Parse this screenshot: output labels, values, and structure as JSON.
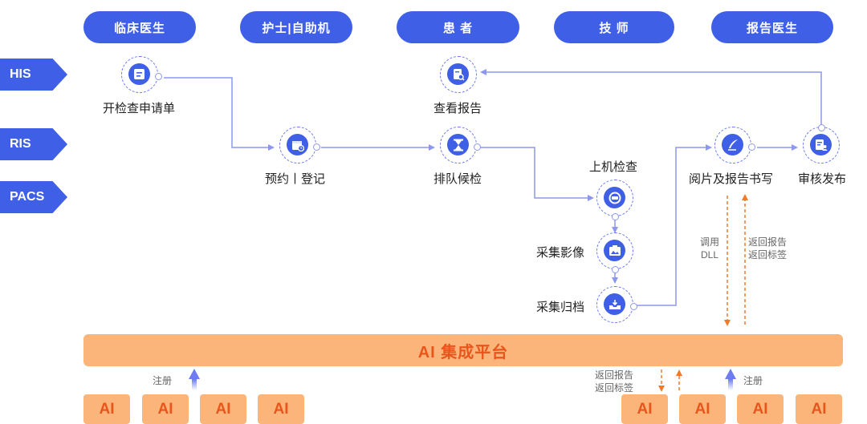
{
  "roles": [
    "临床医生",
    "护士|自助机",
    "患 者",
    "技 师",
    "报告医生"
  ],
  "systems": [
    "HIS",
    "RIS",
    "PACS"
  ],
  "nodes": {
    "apply": "开检查申请单",
    "view_report": "查看报告",
    "appointment": "预约丨登记",
    "queue": "排队候检",
    "exam": "上机检查",
    "capture": "采集影像",
    "archive": "采集归档",
    "read_report": "阅片及报告书写",
    "review": "审核发布"
  },
  "annotations": {
    "call": "调用\nDLL",
    "return": "返回报告\n返回标签",
    "register": "注册",
    "return_bottom": "返回报告\n返回标签"
  },
  "platform": "AI 集成平台",
  "ai_modules": [
    "AI",
    "AI",
    "AI",
    "AI",
    "AI",
    "AI",
    "AI",
    "AI"
  ],
  "colors": {
    "primary": "#3e5fe6",
    "accent": "#fbb47a",
    "accent_text": "#e8561c",
    "arrow_orange": "#f07a2a"
  }
}
